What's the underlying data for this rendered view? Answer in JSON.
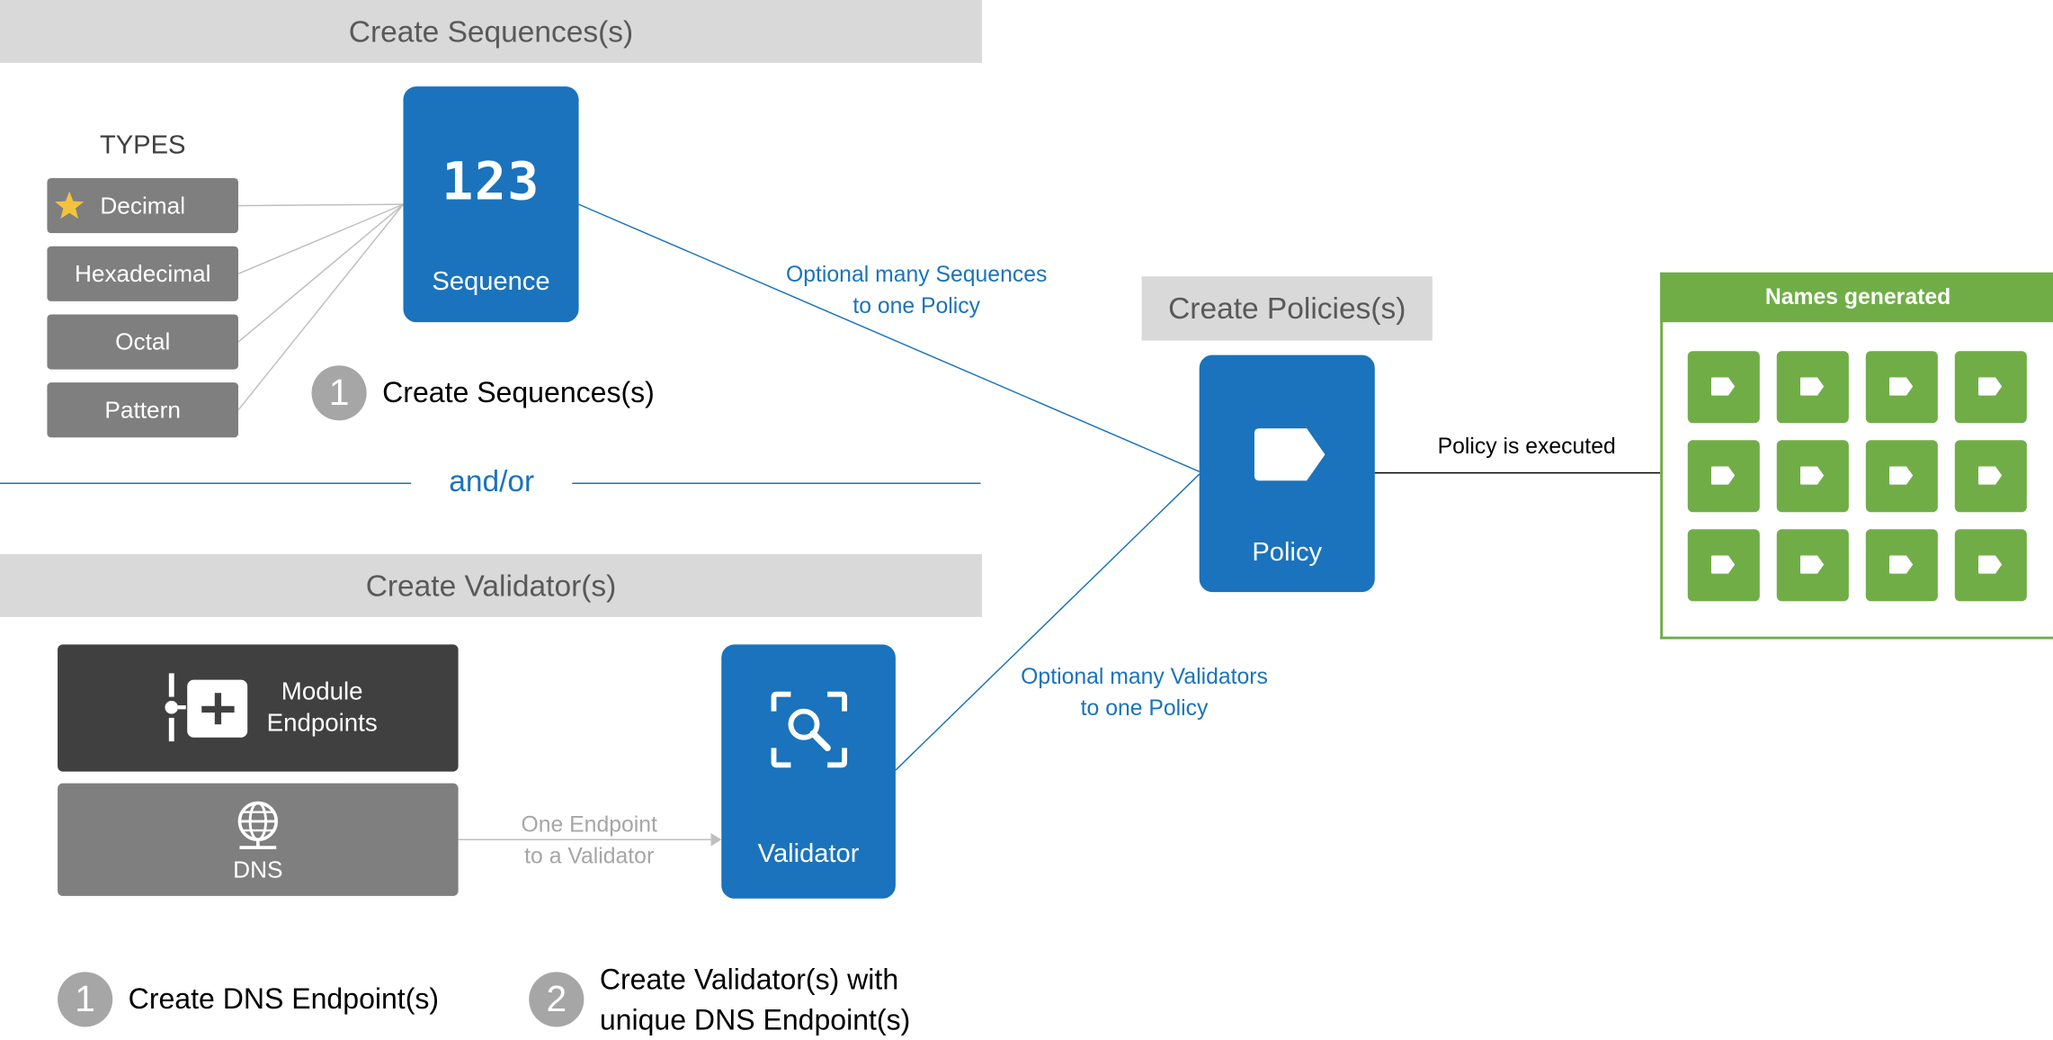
{
  "sequences_section": {
    "header": "Create Sequences(s)",
    "types_label": "TYPES",
    "types": [
      "Decimal",
      "Hexadecimal",
      "Octal",
      "Pattern"
    ],
    "sequence_card_glyph": "123",
    "sequence_card_label": "Sequence",
    "step_number": "1",
    "step_text": "Create Sequences(s)"
  },
  "divider_label": "and/or",
  "validators_section": {
    "header": "Create Validator(s)",
    "module_endpoints_label_line1": "Module",
    "module_endpoints_label_line2": "Endpoints",
    "dns_label": "DNS",
    "endpoint_note_line1": "One Endpoint",
    "endpoint_note_line2": "to a Validator",
    "validator_card_label": "Validator",
    "step1_number": "1",
    "step1_text": "Create DNS Endpoint(s)",
    "step2_number": "2",
    "step2_text_line1": "Create Validator(s) with",
    "step2_text_line2": "unique DNS Endpoint(s)"
  },
  "connector_notes": {
    "sequences_line1": "Optional many Sequences",
    "sequences_line2": "to one Policy",
    "validators_line1": "Optional many Validators",
    "validators_line2": "to one Policy",
    "executed": "Policy is executed"
  },
  "policies_section": {
    "header": "Create Policies(s)",
    "policy_card_label": "Policy"
  },
  "names_panel": {
    "title": "Names generated",
    "tile_count": 12
  },
  "colors": {
    "primary_blue": "#1a73bc",
    "panel_green": "#70ad47",
    "band_gray": "#d9d9d9",
    "box_gray": "#7f7f7f",
    "dark_box": "#404040",
    "star_yellow": "#f2c43d",
    "circle_gray": "#a6a6a6"
  },
  "icons": {
    "default_star": "star-icon",
    "sequence": "numbers-123-icon",
    "module_endpoints": "module-add-icon",
    "dns": "globe-network-icon",
    "validator": "scan-search-icon",
    "policy": "tag-icon",
    "name": "tag-icon"
  }
}
